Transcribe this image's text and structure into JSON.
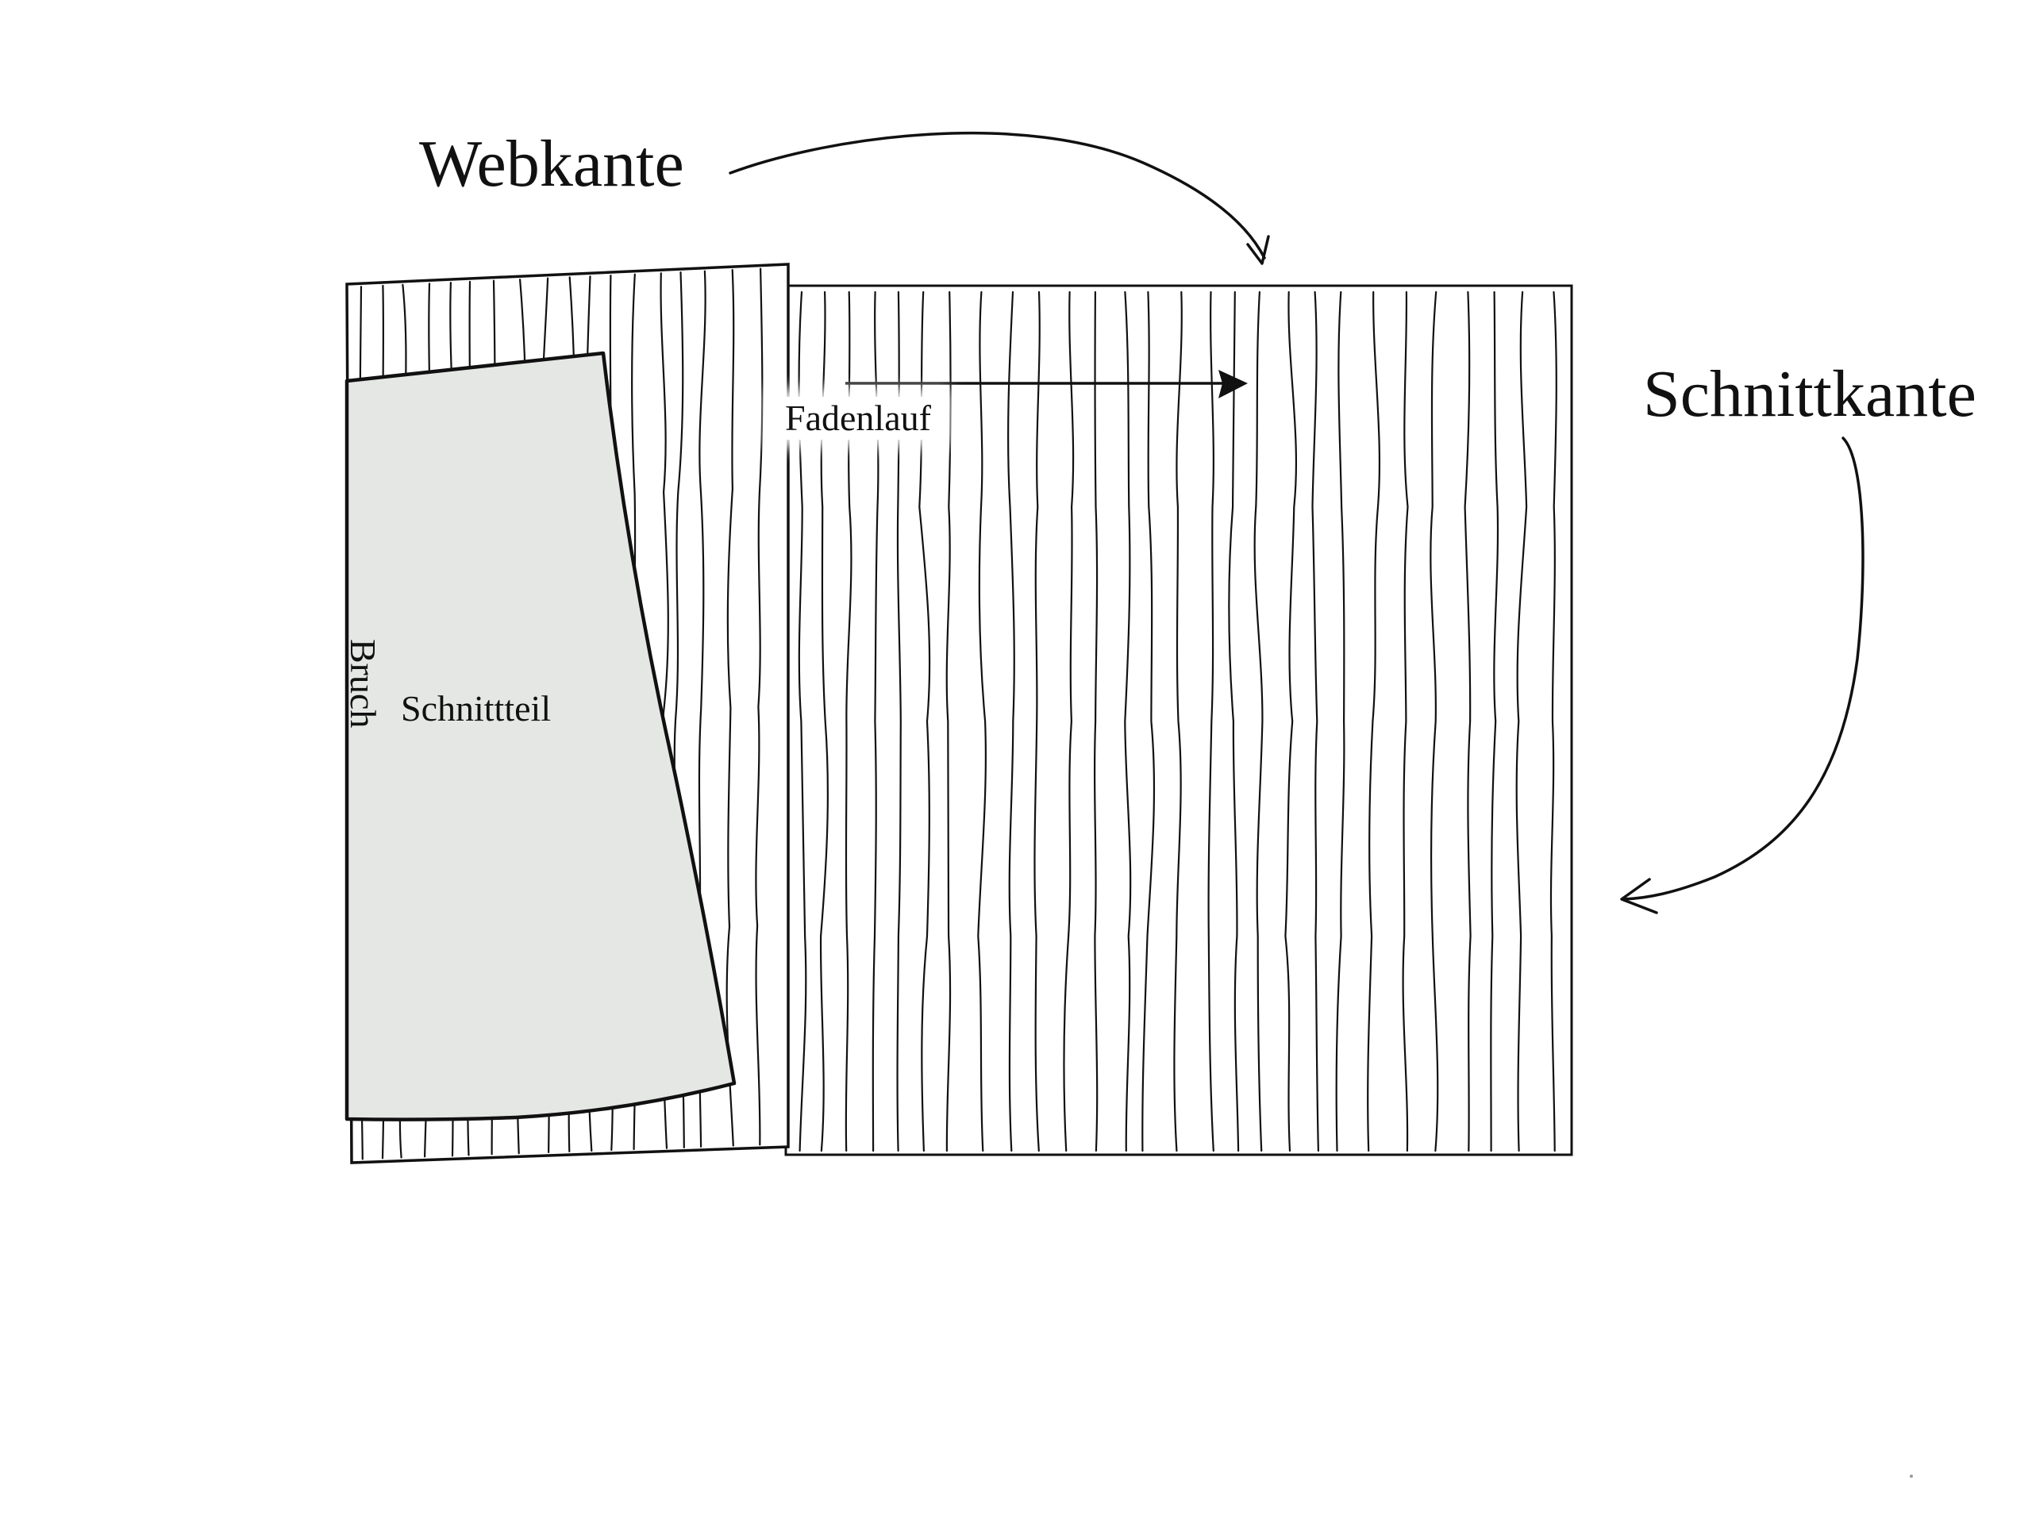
{
  "labels": {
    "webkante": "Webkante",
    "schnittkante": "Schnittkante",
    "fadenlauf": "Fadenlauf",
    "schnittteil": "Schnittteil",
    "bruch": "Bruch"
  },
  "colors": {
    "line": "#111111",
    "pattern_piece_fill": "#e5e7e5",
    "background": "#ffffff"
  }
}
